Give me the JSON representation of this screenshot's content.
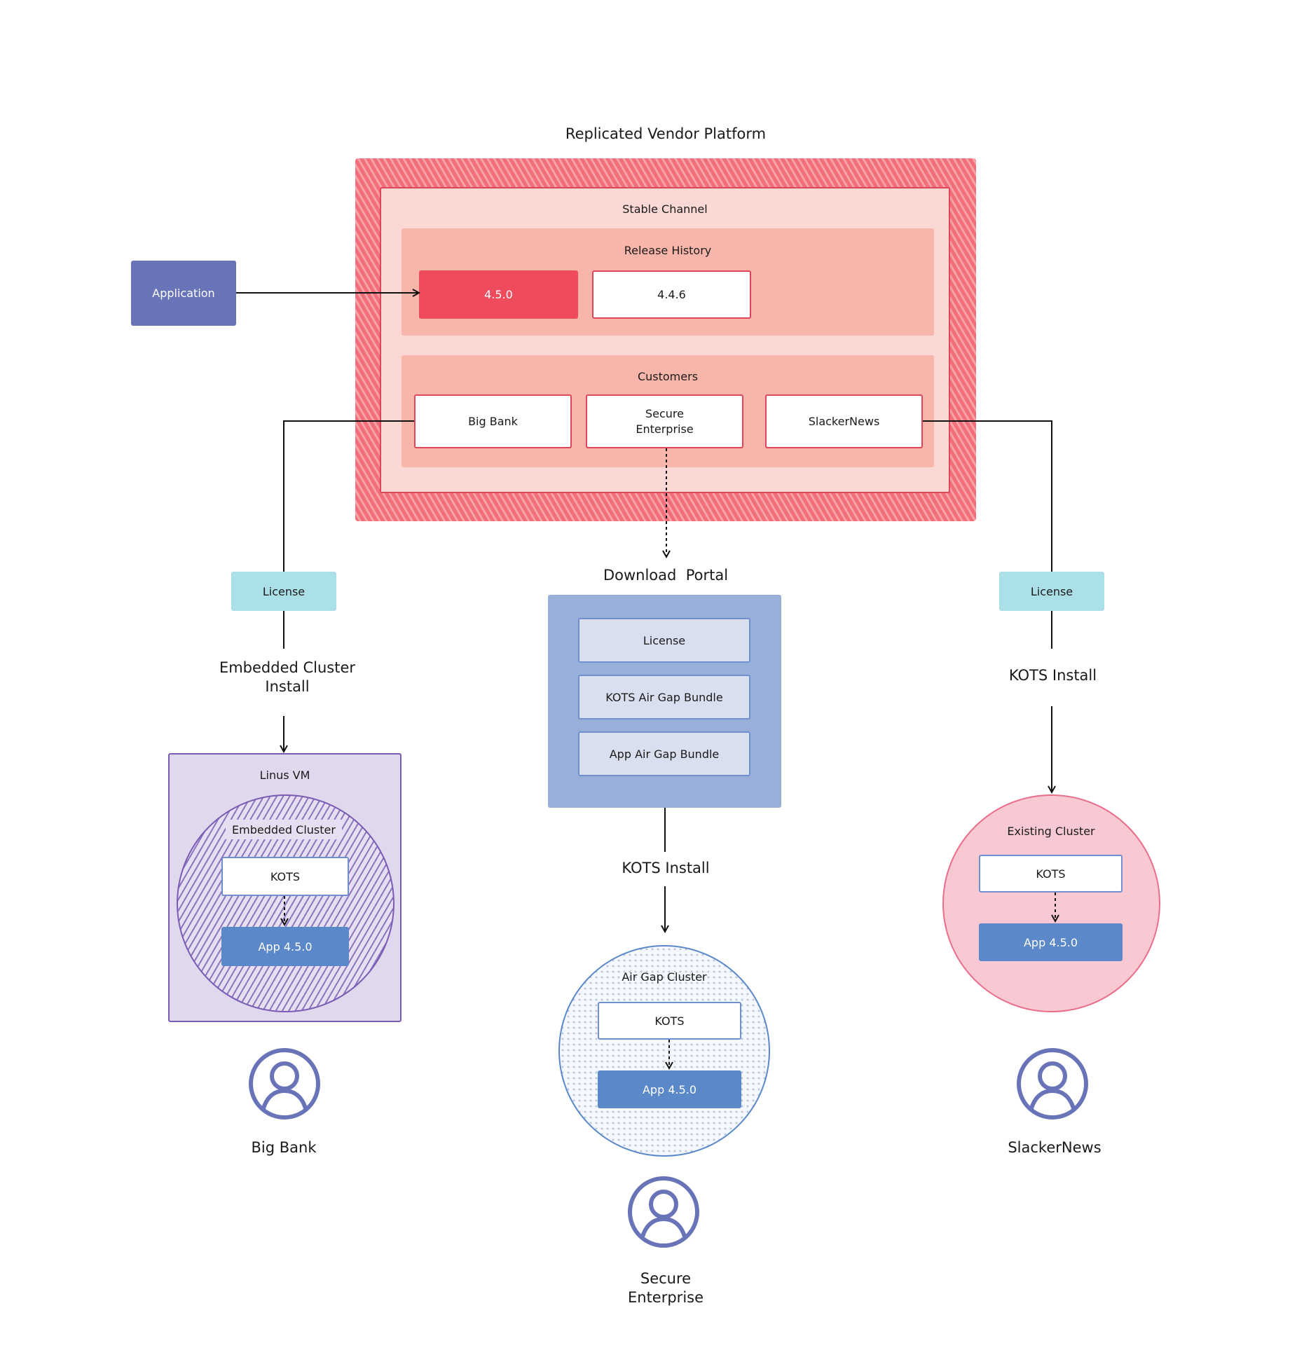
{
  "vendor": {
    "title": "Replicated Vendor Platform",
    "stable_channel": "Stable Channel",
    "release_history": {
      "label": "Release History",
      "releases": [
        "4.5.0",
        "4.4.6"
      ]
    },
    "customers": {
      "label": "Customers",
      "items": [
        "Big Bank",
        "Secure Enterprise",
        "SlackerNews"
      ]
    }
  },
  "application": "Application",
  "left": {
    "license": "License",
    "install": "Embedded Cluster Install",
    "vm": "Linus VM",
    "cluster": "Embedded Cluster",
    "kots": "KOTS",
    "app": "App 4.5.0",
    "customer": "Big Bank"
  },
  "middle": {
    "portal": "Download  Portal",
    "items": [
      "License",
      "KOTS Air Gap Bundle",
      "App Air Gap Bundle"
    ],
    "install": "KOTS Install",
    "cluster": "Air Gap Cluster",
    "kots": "KOTS",
    "app": "App 4.5.0",
    "customer": "Secure Enterprise"
  },
  "right": {
    "license": "License",
    "install": "KOTS Install",
    "cluster": "Existing Cluster",
    "kots": "KOTS",
    "app": "App 4.5.0",
    "customer": "SlackerNews"
  },
  "colors": {
    "vendor_stripe": "#f06b76",
    "release_active": "#ee4c5c",
    "application": "#6873b8",
    "portal": "#98afda",
    "app_box": "#5b88c8",
    "license_tag": "#ace0e8",
    "vm_bg": "#e0d8ec",
    "existing_cluster": "#f8c9d3",
    "user_icon": "#6873b8"
  }
}
